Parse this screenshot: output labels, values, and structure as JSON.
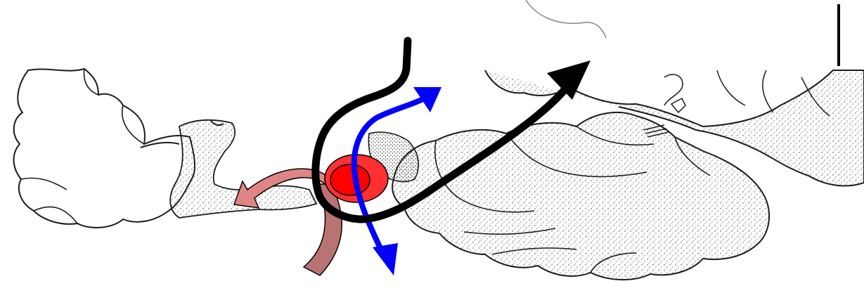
{
  "diagram": {
    "description_labels": [],
    "colors": {
      "background": "#ffffff",
      "outline": "#1a1a1a",
      "stipple": "#3a3a3a",
      "black_pathway": "#000000",
      "blue_pathway": "#0000ff",
      "nucleus_outer": "#ff2020",
      "nucleus_inner": "#ff0000",
      "pink_pathway": "#e08585",
      "brown_pathway": "#b97373"
    },
    "arrows": [
      {
        "id": "black-arrow",
        "color": "#000000",
        "direction": "up-right"
      },
      {
        "id": "blue-arrow",
        "color": "#0000ff",
        "direction": "bidirectional"
      },
      {
        "id": "pink-arrow",
        "color": "#e08585",
        "direction": "left"
      },
      {
        "id": "brown-band",
        "color": "#b97373",
        "direction": "none"
      }
    ]
  }
}
